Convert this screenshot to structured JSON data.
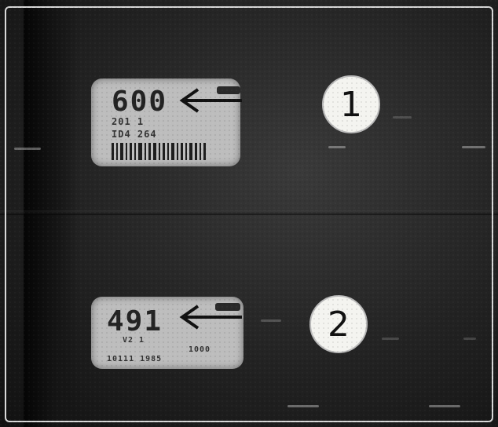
{
  "label_1": {
    "number": "600",
    "line_a": "201  1",
    "line_b": "ID4  264"
  },
  "label_2": {
    "number": "491",
    "line_a": "V2      1",
    "line_b": "1000",
    "line_c": "10111  1985"
  },
  "badges": [
    "1",
    "2"
  ],
  "colors": {
    "background": "#222222",
    "label": "#bdbdbd",
    "badge": "#f4f4f0"
  }
}
